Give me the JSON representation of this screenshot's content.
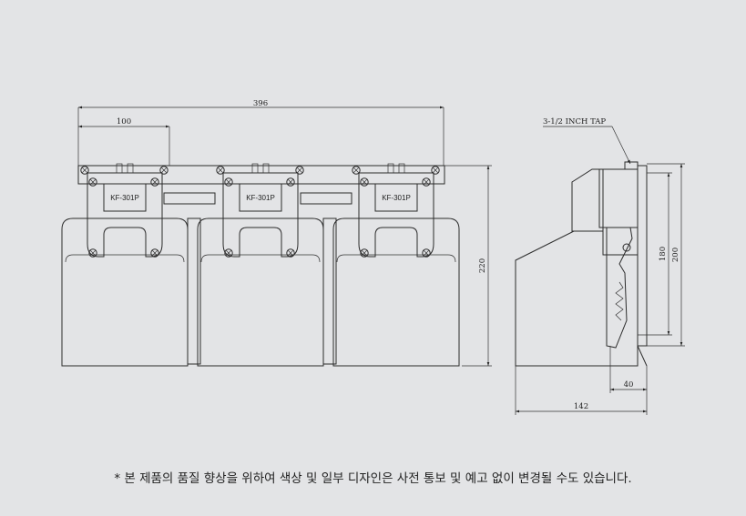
{
  "dimensions": {
    "overall_width": "396",
    "unit_pitch": "100",
    "front_height": "220",
    "side_height_inner": "180",
    "side_height_outer": "200",
    "side_depth": "142",
    "side_offset": "40"
  },
  "units": [
    {
      "model": "KF-301P"
    },
    {
      "model": "KF-301P"
    },
    {
      "model": "KF-301P"
    }
  ],
  "tap_label": "3-1/2 INCH TAP",
  "footnote": "* 본 제품의 품질 향상을 위하여 색상 및 일부 디자인은 사전 통보 및 예고 없이 변경될 수도 있습니다."
}
